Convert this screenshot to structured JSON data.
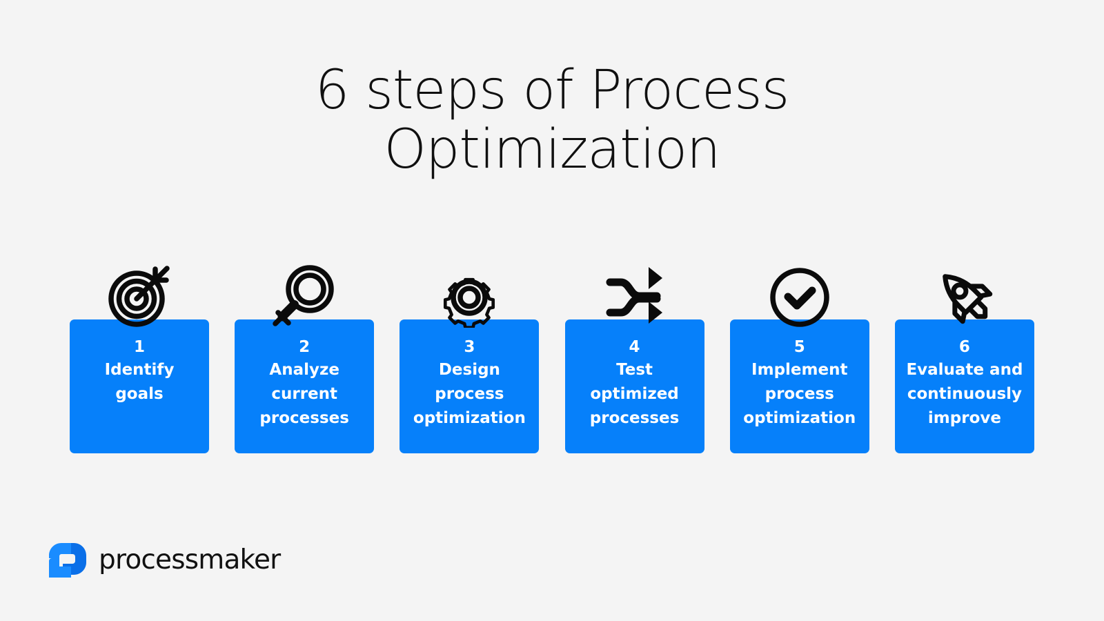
{
  "background_color": "#f4f4f4",
  "accent_color": "#0680fa",
  "title": {
    "line1": "6 steps of Process",
    "line2": "Optimization"
  },
  "steps": [
    {
      "number": "1",
      "label": "Identify\ngoals",
      "icon": "target-icon"
    },
    {
      "number": "2",
      "label": "Analyze\ncurrent\nprocesses",
      "icon": "magnifying-glass-icon"
    },
    {
      "number": "3",
      "label": "Design\nprocess\noptimization",
      "icon": "gear-icon"
    },
    {
      "number": "4",
      "label": "Test\noptimized\nprocesses",
      "icon": "shuffle-arrows-icon"
    },
    {
      "number": "5",
      "label": "Implement\nprocess\noptimization",
      "icon": "check-circle-icon"
    },
    {
      "number": "6",
      "label": "Evaluate and\ncontinuously\nimprove",
      "icon": "rocket-icon"
    }
  ],
  "footer": {
    "brand_name": "processmaker",
    "logo_icon": "processmaker-logo-icon",
    "logo_color_light": "#1a8cff",
    "logo_color_dark": "#0a6fe8"
  }
}
